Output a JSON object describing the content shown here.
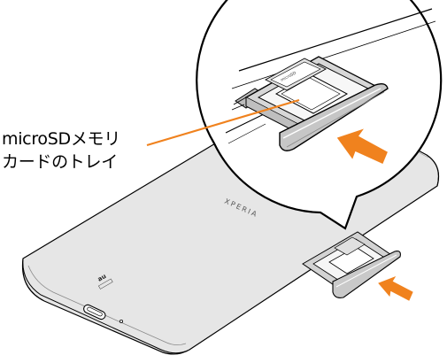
{
  "callout": {
    "line1": "microSDメモリ",
    "line2": "カードのトレイ"
  },
  "phone_logo_text": "XPERIA",
  "colors": {
    "leader_line": "#f0821e",
    "arrow_fill": "#f0821e",
    "outline": "#000000",
    "device_fill": "#e6e6e6",
    "tray_fill": "#c9c9c9"
  },
  "icons": [
    "insert-arrow-icon",
    "magnify-callout-icon"
  ]
}
